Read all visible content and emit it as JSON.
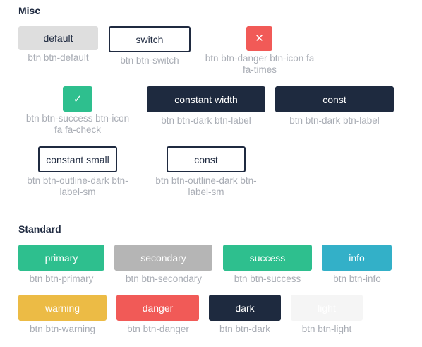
{
  "misc": {
    "title": "Misc",
    "default": {
      "label": "default",
      "caption": "btn btn-default"
    },
    "switch": {
      "label": "switch",
      "caption": "btn btn-switch"
    },
    "danger_icon": {
      "glyph": "✕",
      "icon": "times-icon",
      "caption_line1": "btn btn-danger btn-icon fa",
      "caption_line2": "fa-times"
    },
    "success_icon": {
      "glyph": "✓",
      "icon": "check-icon",
      "caption_line1": "btn btn-success btn-icon",
      "caption_line2": "fa fa-check"
    },
    "constant_width": {
      "label": "constant width",
      "caption": "btn btn-dark btn-label"
    },
    "const_dark": {
      "label": "const",
      "caption": "btn btn-dark btn-label"
    },
    "constant_small": {
      "label": "constant small",
      "caption_line1": "btn btn-outline-dark btn-",
      "caption_line2": "label-sm"
    },
    "const_outline": {
      "label": "const",
      "caption_line1": "btn btn-outline-dark btn-",
      "caption_line2": "label-sm"
    }
  },
  "standard": {
    "title": "Standard",
    "primary": {
      "label": "primary",
      "caption": "btn btn-primary"
    },
    "secondary": {
      "label": "secondary",
      "caption": "btn btn-secondary"
    },
    "success": {
      "label": "success",
      "caption": "btn btn-success"
    },
    "info": {
      "label": "info",
      "caption": "btn btn-info"
    },
    "warning": {
      "label": "warning",
      "caption": "btn btn-warning"
    },
    "danger": {
      "label": "danger",
      "caption": "btn btn-danger"
    },
    "dark": {
      "label": "dark",
      "caption": "btn btn-dark"
    },
    "light": {
      "label": "light",
      "caption": "btn btn-light"
    }
  },
  "colors": {
    "dark": "#1e2a3f",
    "success": "#2ebf8e",
    "danger": "#f15a57",
    "secondary": "#b5b5b5",
    "info": "#33b0c8",
    "warning": "#ecbb45",
    "light": "#f5f5f5",
    "default": "#dedede",
    "caption": "#a9adb5"
  }
}
